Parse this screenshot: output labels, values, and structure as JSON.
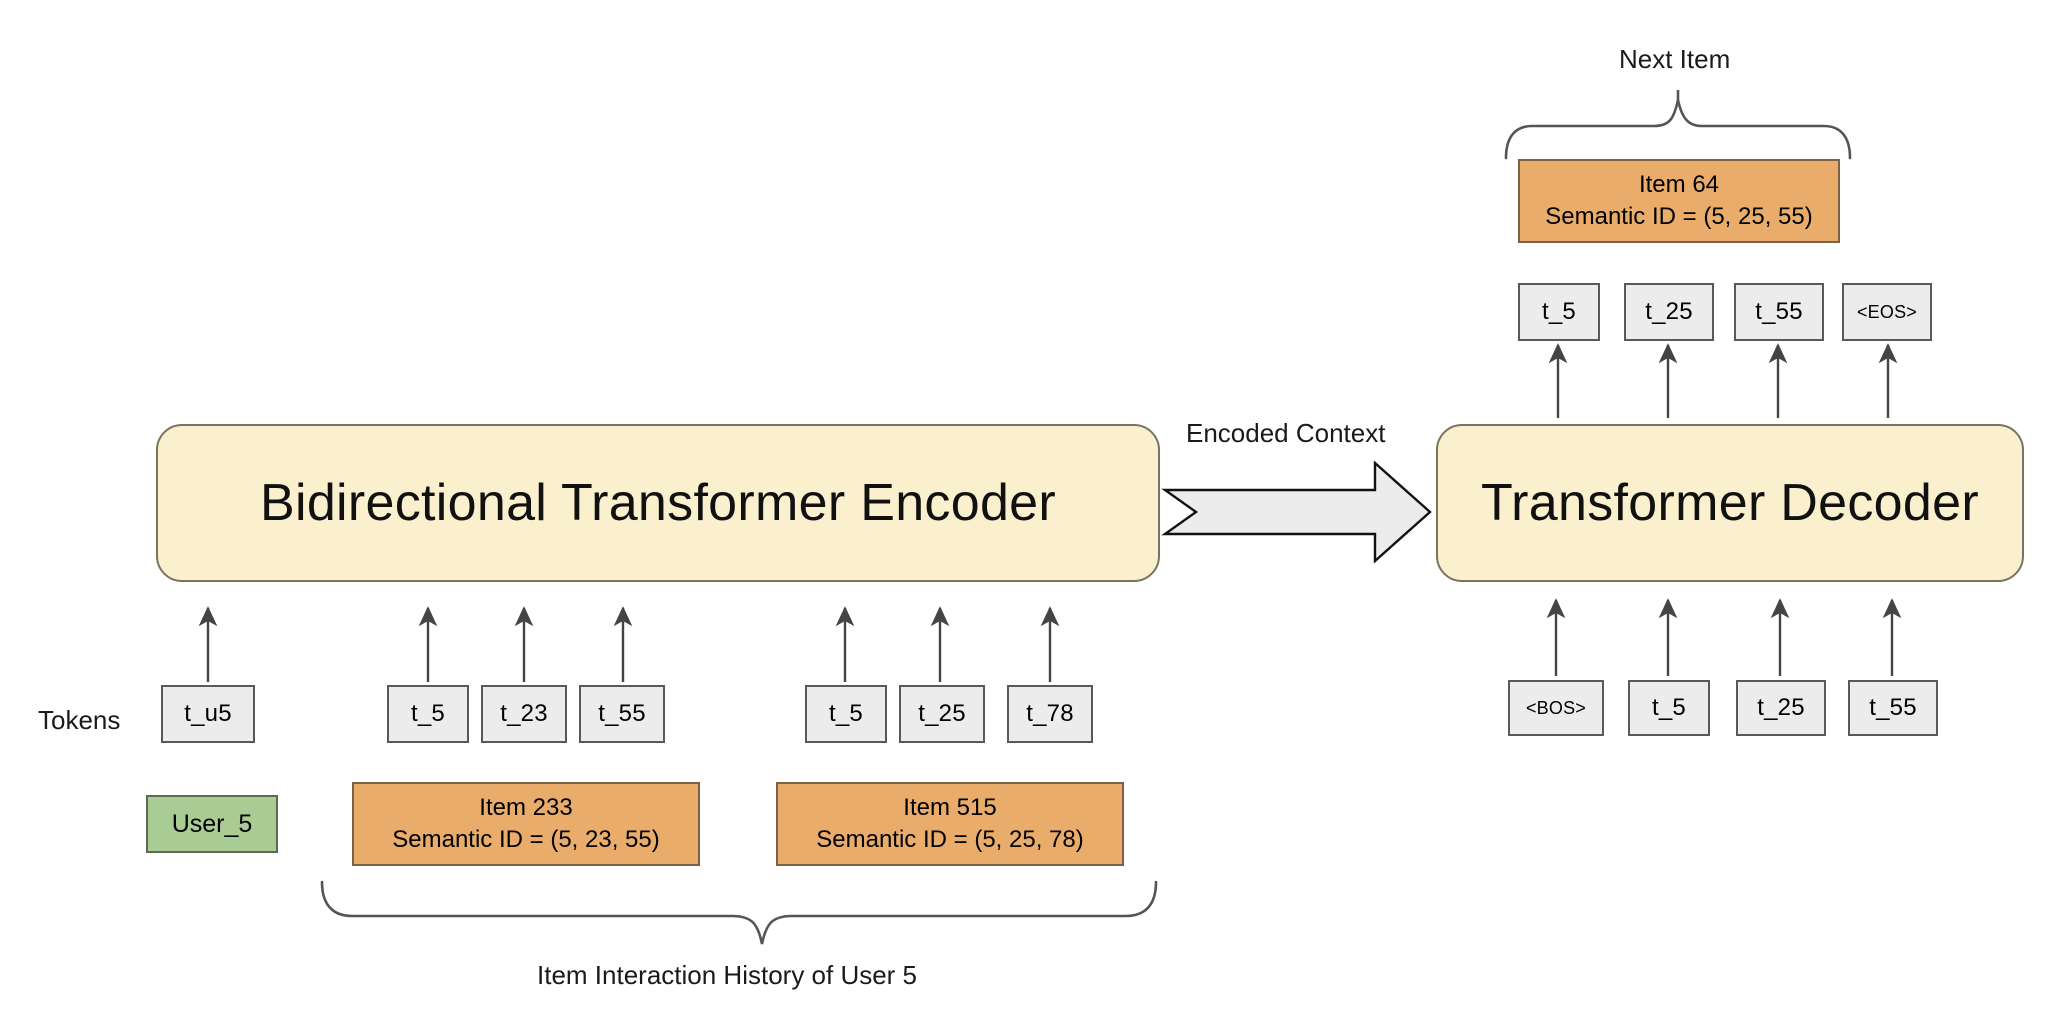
{
  "diagram": {
    "title_visible": false,
    "colors": {
      "item_fill": "#eaac6b",
      "item_stroke": "#7a6148",
      "user_fill": "#a9cc95",
      "user_stroke": "#5d6b55",
      "module_fill": "#fbf0ce",
      "module_stroke": "#7b7360",
      "token_fill": "#ececec",
      "token_stroke": "#595959",
      "arrow_fill": "#ececec",
      "line_stroke": "#444444",
      "text": "#1a1a1a"
    }
  },
  "labels": {
    "tokens": "Tokens",
    "encoded_context": "Encoded Context",
    "next_item": "Next Item",
    "history_caption": "Item Interaction History of User 5"
  },
  "modules": {
    "encoder": "Bidirectional Transformer Encoder",
    "decoder": "Transformer Decoder"
  },
  "encoder_input": {
    "user_token": {
      "label": "t_u5"
    },
    "user_entity": {
      "label": "User_5"
    },
    "history": [
      {
        "item_title": "Item 233",
        "semantic_id": "Semantic ID = (5, 23, 55)",
        "tokens": [
          "t_5",
          "t_23",
          "t_55"
        ]
      },
      {
        "item_title": "Item 515",
        "semantic_id": "Semantic ID = (5, 25, 78)",
        "tokens": [
          "t_5",
          "t_25",
          "t_78"
        ]
      }
    ]
  },
  "decoder_input": {
    "tokens": [
      "<BOS>",
      "t_5",
      "t_25",
      "t_55"
    ]
  },
  "decoder_output": {
    "tokens": [
      "t_5",
      "t_25",
      "t_55",
      "<EOS>"
    ],
    "predicted_item": {
      "item_title": "Item 64",
      "semantic_id": "Semantic ID = (5, 25, 55)"
    }
  }
}
